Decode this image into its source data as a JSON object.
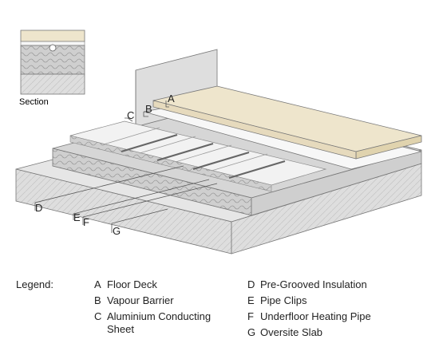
{
  "section": {
    "label": "Section"
  },
  "callouts": [
    "A",
    "B",
    "C",
    "D",
    "E",
    "F",
    "G"
  ],
  "legend": {
    "title": "Legend:",
    "items": [
      {
        "letter": "A",
        "text": "Floor Deck"
      },
      {
        "letter": "B",
        "text": "Vapour Barrier"
      },
      {
        "letter": "C",
        "text": "Aluminium Conducting Sheet"
      },
      {
        "letter": "D",
        "text": "Pre-Grooved Insulation"
      },
      {
        "letter": "E",
        "text": "Pipe Clips"
      },
      {
        "letter": "F",
        "text": "Underfloor Heating Pipe"
      },
      {
        "letter": "G",
        "text": "Oversite Slab"
      }
    ]
  },
  "colors": {
    "floor_deck": "#eee5cc",
    "insulation": "#c9c9c9",
    "slab": "#dcdcdc",
    "aluminium": "#f3f3f3",
    "wall": "#dedede",
    "outline": "#555555"
  }
}
